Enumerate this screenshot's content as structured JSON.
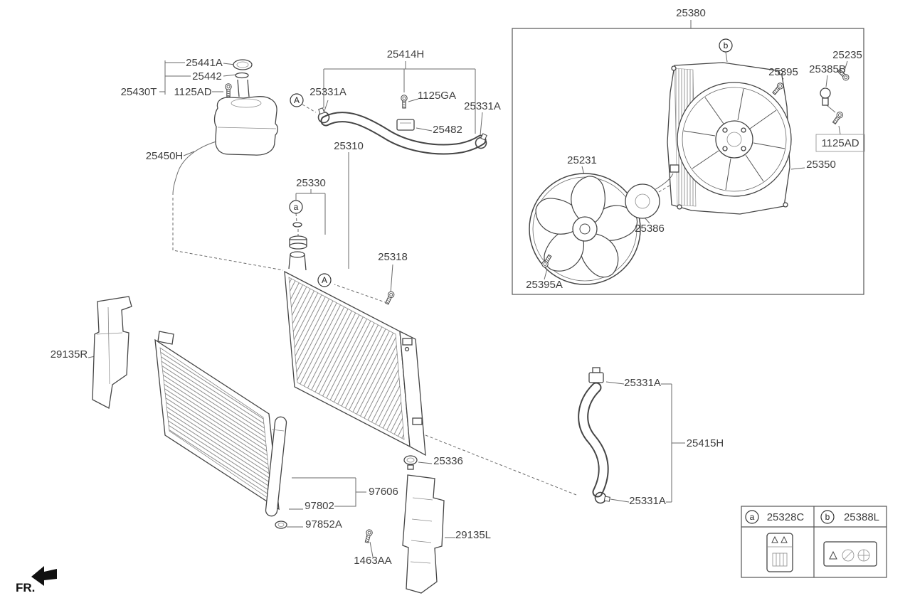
{
  "parts": {
    "fan_assembly": "25380",
    "upper_hose_assy": "25414H",
    "reservoir_cap": "25441A",
    "cap_packing": "25442",
    "reservoir_tank": "25430T",
    "bolt_reservoir": "1125AD",
    "clamp_upper_a": "25331A",
    "bolt_hose": "1125GA",
    "clamp_upper_b": "25331A",
    "hose_clip": "25482",
    "overflow_hose": "25450H",
    "radiator": "25310",
    "radiator_cap": "25330",
    "bracket": "25318",
    "fan_blade": "25231",
    "bolt_fan": "25395",
    "nut": "25235",
    "sensor": "25385B",
    "bolt_shroud": "1125AD",
    "fan_shroud": "25350",
    "fan_motor": "25386",
    "screw_fan": "25395A",
    "air_guard_r": "29135R",
    "drain_plug": "25336",
    "clamp_lower_a": "25331A",
    "lower_hose": "25415H",
    "clamp_lower_b": "25331A",
    "condenser_assy": "97606",
    "condenser": "97802",
    "grommet": "97852A",
    "air_guard_l": "29135L",
    "screw_guard": "1463AA"
  },
  "legend": {
    "item_a_letter": "a",
    "item_a_code": "25328C",
    "item_b_letter": "b",
    "item_b_code": "25388L"
  },
  "markers": {
    "view_a": "A",
    "point_a": "a",
    "point_b": "b"
  },
  "direction": {
    "front_label": "FR."
  },
  "colors": {
    "line": "#454545",
    "label_text": "#3f3f3f",
    "background": "#ffffff"
  }
}
